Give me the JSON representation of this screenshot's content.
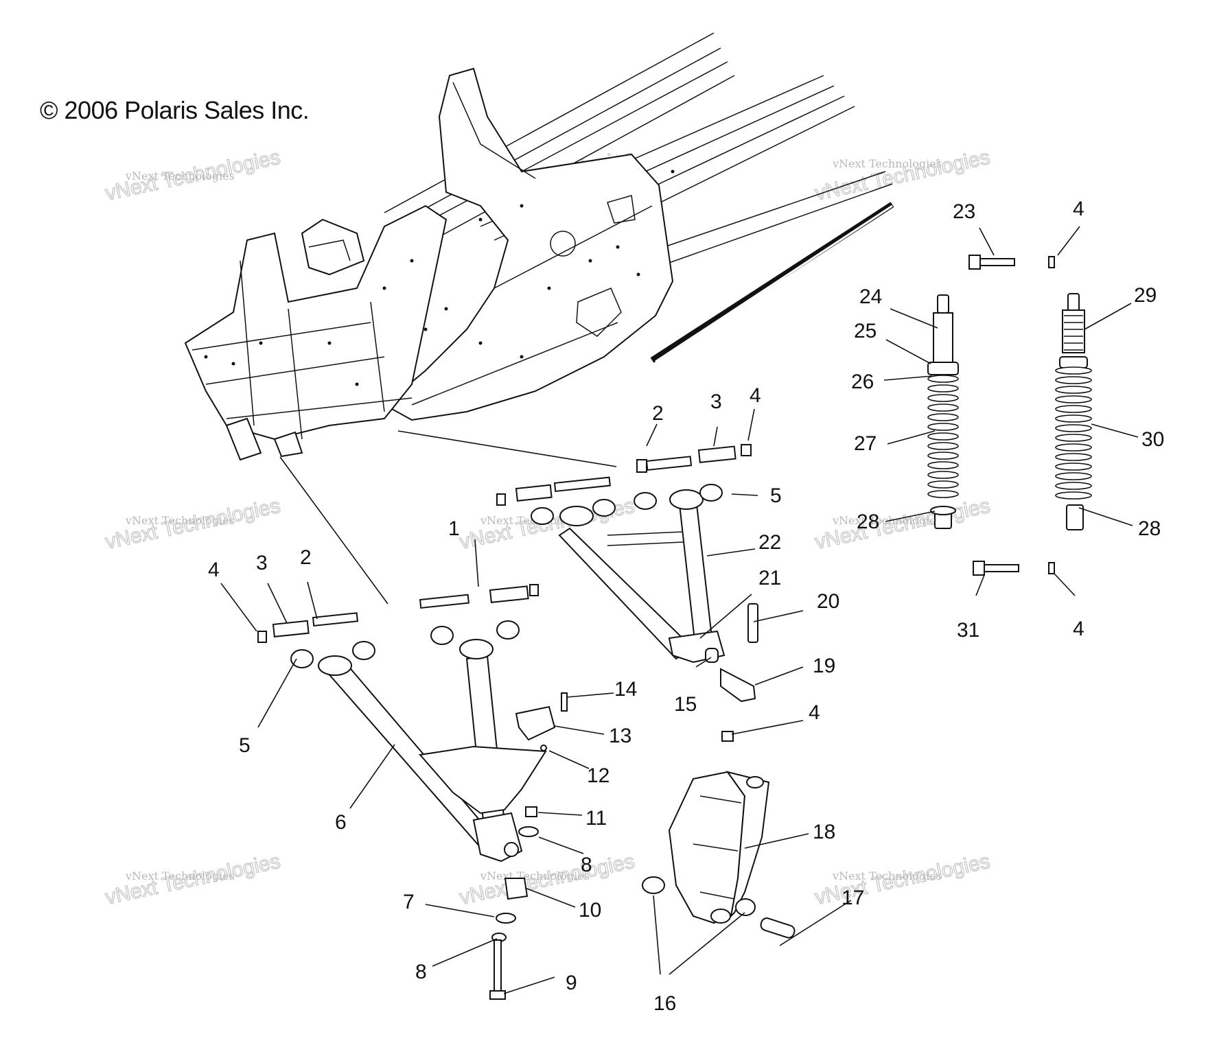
{
  "copyright": "© 2006 Polaris Sales Inc.",
  "watermark": {
    "line1": "vNext Technologies",
    "line2": "vNext Technologies"
  },
  "callouts": [
    {
      "id": "c1",
      "text": "1"
    },
    {
      "id": "c2a",
      "text": "2"
    },
    {
      "id": "c2b",
      "text": "2"
    },
    {
      "id": "c3a",
      "text": "3"
    },
    {
      "id": "c3b",
      "text": "3"
    },
    {
      "id": "c4a",
      "text": "4"
    },
    {
      "id": "c4b",
      "text": "4"
    },
    {
      "id": "c4c",
      "text": "4"
    },
    {
      "id": "c4d",
      "text": "4"
    },
    {
      "id": "c4e",
      "text": "4"
    },
    {
      "id": "c5a",
      "text": "5"
    },
    {
      "id": "c5b",
      "text": "5"
    },
    {
      "id": "c6",
      "text": "6"
    },
    {
      "id": "c7",
      "text": "7"
    },
    {
      "id": "c8a",
      "text": "8"
    },
    {
      "id": "c8b",
      "text": "8"
    },
    {
      "id": "c9",
      "text": "9"
    },
    {
      "id": "c10",
      "text": "10"
    },
    {
      "id": "c11",
      "text": "11"
    },
    {
      "id": "c12",
      "text": "12"
    },
    {
      "id": "c13",
      "text": "13"
    },
    {
      "id": "c14",
      "text": "14"
    },
    {
      "id": "c15",
      "text": "15"
    },
    {
      "id": "c16",
      "text": "16"
    },
    {
      "id": "c17",
      "text": "17"
    },
    {
      "id": "c18",
      "text": "18"
    },
    {
      "id": "c19",
      "text": "19"
    },
    {
      "id": "c20",
      "text": "20"
    },
    {
      "id": "c21",
      "text": "21"
    },
    {
      "id": "c22",
      "text": "22"
    },
    {
      "id": "c23",
      "text": "23"
    },
    {
      "id": "c24",
      "text": "24"
    },
    {
      "id": "c25",
      "text": "25"
    },
    {
      "id": "c26",
      "text": "26"
    },
    {
      "id": "c27",
      "text": "27"
    },
    {
      "id": "c28a",
      "text": "28"
    },
    {
      "id": "c28b",
      "text": "28"
    },
    {
      "id": "c29",
      "text": "29"
    },
    {
      "id": "c30",
      "text": "30"
    },
    {
      "id": "c31",
      "text": "31"
    }
  ]
}
